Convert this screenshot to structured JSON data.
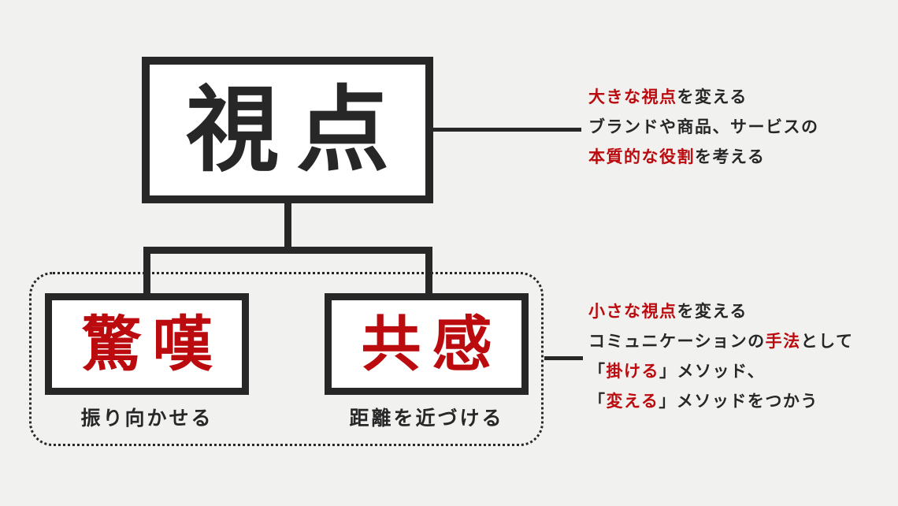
{
  "colors": {
    "background": "#f1f1f0",
    "ink": "#272727",
    "accent_red": "#bb0b0e",
    "box_fill": "#ffffff"
  },
  "diagram": {
    "root": {
      "label": "視点"
    },
    "children": [
      {
        "label": "驚嘆",
        "caption": "振り向かせる"
      },
      {
        "label": "共感",
        "caption": "距離を近づける"
      }
    ]
  },
  "annotations": {
    "top": {
      "lines": [
        {
          "segments": [
            {
              "text": "大きな視点",
              "emphasis": true
            },
            {
              "text": "を変える",
              "emphasis": false
            }
          ]
        },
        {
          "segments": [
            {
              "text": "ブランドや商品、サービスの",
              "emphasis": false
            }
          ]
        },
        {
          "segments": [
            {
              "text": "本質的な役割",
              "emphasis": true
            },
            {
              "text": "を考える",
              "emphasis": false
            }
          ]
        }
      ]
    },
    "bottom": {
      "lines": [
        {
          "segments": [
            {
              "text": "小さな視点",
              "emphasis": true
            },
            {
              "text": "を変える",
              "emphasis": false
            }
          ]
        },
        {
          "segments": [
            {
              "text": "コミュニケーションの",
              "emphasis": false
            },
            {
              "text": "手法",
              "emphasis": true
            },
            {
              "text": "として",
              "emphasis": false
            }
          ]
        },
        {
          "segments": [
            {
              "text": "「",
              "emphasis": false
            },
            {
              "text": "掛ける",
              "emphasis": true
            },
            {
              "text": "」メソッド、",
              "emphasis": false
            }
          ]
        },
        {
          "segments": [
            {
              "text": "「",
              "emphasis": false
            },
            {
              "text": "変える",
              "emphasis": true
            },
            {
              "text": "」メソッドをつかう",
              "emphasis": false
            }
          ]
        }
      ]
    }
  }
}
